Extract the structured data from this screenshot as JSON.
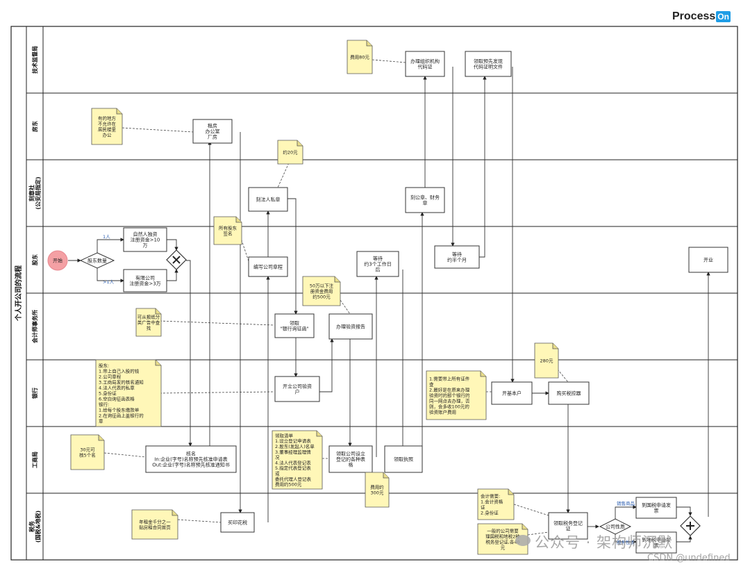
{
  "logo": {
    "text_a": "Process",
    "text_b": "On"
  },
  "watermark": {
    "line1": "公众号 · 架构师沉默",
    "line2": "CSDN @undefined"
  },
  "pool_title": "个人开公司的流程",
  "lanes": [
    "技术监督局",
    "房东",
    "刻章社\n(公安局指定)",
    "股东",
    "会计师事务所",
    "银行",
    "工商局",
    "税务\n(国税&地税)"
  ],
  "nodes": {
    "start": "开始",
    "dec_shareholders": "股东数量",
    "natural_person": "自然人独资\n注册资金>10\n万",
    "limited_company": "有限公司\n注册资金>3万",
    "verify_name": "核名\nIn:企业(字号)名称预先核准申请表\nOut:企业(字号)名称预先核准通知书",
    "rent_office": "租房\n办公室\n厂房",
    "stamp_duty": "买印花税",
    "write_charter": "编写公司章程",
    "engrave_seal": "刻法人私章",
    "get_inquiry": "领取\n\"银行询征函\"",
    "open_verify_account": "开立公司验资\n户",
    "capital_verify_report": "办理验资报告",
    "get_forms": "领取公司设立\n登记的各种表\n格",
    "wait_3days": "等待\n约3个工作日\n后",
    "get_license": "领取执照",
    "engrave_seals": "刻公章、财务\n章",
    "org_code": "办理组织机构\n代码证",
    "wait_half_month": "等待\n约半个月",
    "get_precert": "领取预先发现\n代码证明文件",
    "basic_account": "开基本户",
    "buy_tax_device": "购买税控器",
    "tax_registration": "领取税务登记\n证",
    "dec_company_nature": "公司性质",
    "tax_apply_sales": "到国税申请发\n票",
    "tax_apply_service": "到地税申请发\n票",
    "open_business": "开业"
  },
  "edge_labels": {
    "one_person": "1人",
    "multi_person": ">1人",
    "sales": "销售商品",
    "service": "服务性质"
  },
  "notes": {
    "residential": "有的地方\n不允许在\n居民楼里\n办公",
    "fee80": "费用80元",
    "approx20": "约20元",
    "all_sign": "所有股东\n签名",
    "newspaper": "可从报纸分\n类广告中查\n找",
    "reg_capital": "50万以下注\n册资金费用\n约500元",
    "shareholders_bring": "股东:\n1.带上自己入股的钱\n2.公司章程\n3.工商局发的核名通知\n4.法人代表的私章\n5.身份证\n6.空白询征函表格\n银行:\n1.给每个股东缴款单\n2.在询征函上盖银行的\n章",
    "fee30": "30元可\n核5个名",
    "form_list": "领取清单\n1.设立登记申请表\n2.股东(发起人)名单\n3.董事经理监理情\n况\n4.法人代表登记表\n5.指定代表登记表\n或\n委托代理人登记表\n费用约500元",
    "fee300": "费用约\n300元",
    "bring_docs": "1.需要带上所有证件\n查\n2.最好是在原来办理\n验资时的那个银行的\n同一网点去办理，否\n则，会多收100元的\n验资账户费用",
    "fee280": "280元",
    "accountant": "会计需要:\n1.会计资格\n证\n2.身份证",
    "rent_tax": "年租金千分之一\n贴房租合同首页",
    "tax_fee": "一般的公司需要\n理国税和地税2种\n税务登记证,各40\n元"
  }
}
